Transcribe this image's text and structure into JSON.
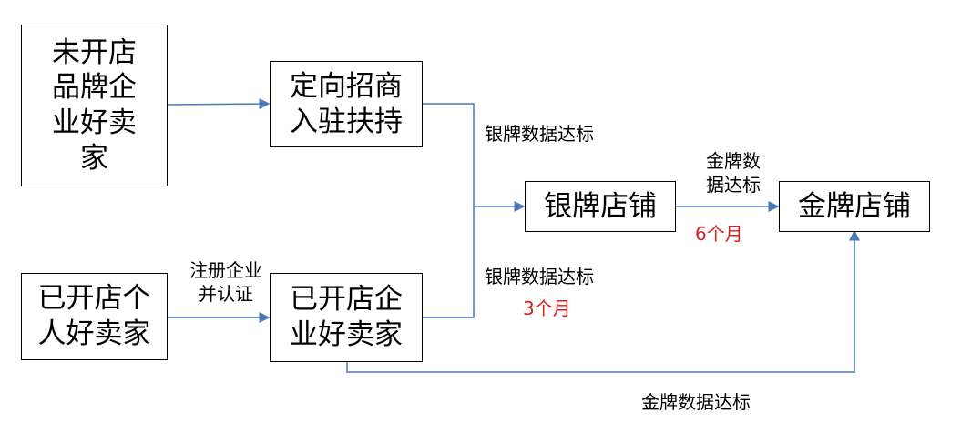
{
  "nodes": {
    "unopened_brand": "未开店\n品牌企\n业好卖\n家",
    "directed_support": "定向招商\n入驻扶持",
    "individual_seller": "已开店个\n人好卖家",
    "enterprise_seller": "已开店企\n业好卖家",
    "silver_store": "银牌店铺",
    "gold_store": "金牌店铺"
  },
  "edge_labels": {
    "register_certify": "注册企业\n并认证",
    "silver_top": "银牌数据达标",
    "silver_bottom": "银牌数据达标",
    "silver_bottom_period": "3个月",
    "gold_top": "金牌数\n据达标",
    "gold_top_period": "6个月",
    "gold_bottom": "金牌数据达标"
  },
  "colors": {
    "connector": "#4a78b8",
    "box_border": "#000000",
    "period_text": "#d62020"
  }
}
